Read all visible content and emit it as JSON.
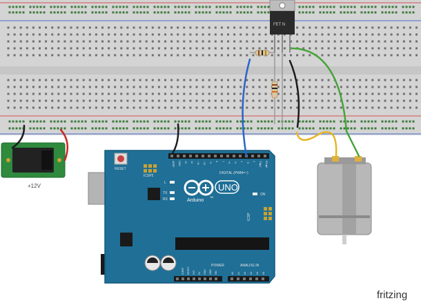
{
  "power_jack": {
    "label": "+12V"
  },
  "arduino": {
    "logo_text": "UNO",
    "brand_text": "Arduino",
    "trademark": "TM",
    "reset_label": "RESET",
    "icsp2_label": "ICSP2",
    "icsp_label": "ICSP",
    "on_label": "ON",
    "led_l": "L",
    "led_tx": "TX",
    "led_rx": "RX",
    "digital_label": "DIGITAL (PWM=~)",
    "power_label": "POWER",
    "analog_label": "ANALOG IN",
    "digital_pins": [
      "AREF",
      "GND",
      "13",
      "12",
      "~11",
      "~10",
      "~9",
      "8",
      "7",
      "~6",
      "~5",
      "4",
      "~3",
      "2",
      "TX▶1",
      "RX◀0"
    ],
    "power_pins": [
      "IOREF",
      "RESET",
      "3V3",
      "5V",
      "GND",
      "GND",
      "VIN"
    ],
    "analog_pins": [
      "A0",
      "A1",
      "A2",
      "A3",
      "A4",
      "A5"
    ]
  },
  "mosfet": {
    "label": "FET N"
  },
  "watermark": {
    "text": "fritzing"
  },
  "colors": {
    "breadboard": "#d4d4d4",
    "board": "#1f6f96",
    "wire_blue": "#2a64c8",
    "wire_green": "#46a43a",
    "wire_yellow": "#e6b522",
    "wire_black": "#1c1c1c",
    "wire_red": "#c8281e",
    "rail_red": "#d85050",
    "rail_blue": "#4d6fd0"
  }
}
